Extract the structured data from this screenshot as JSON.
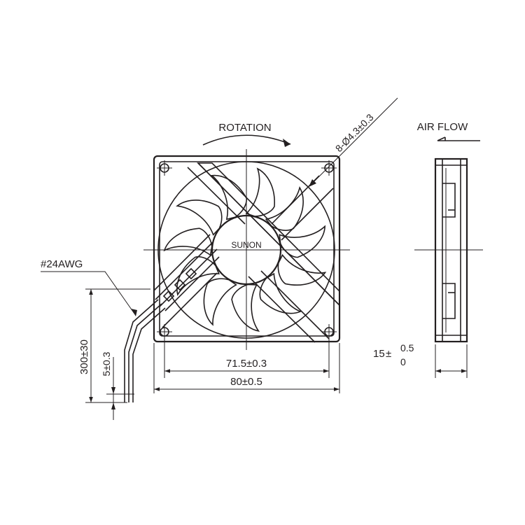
{
  "labels": {
    "rotation": "ROTATION",
    "air_flow": "AIR FLOW",
    "hole_spec": "8-Ø4.3±0.3",
    "hub_brand": "SUNON",
    "wire_gauge": "#24AWG",
    "hole_spacing": "71.5±0.3",
    "frame_width": "80±0.5",
    "lead_length": "300±30",
    "strip_length": "5±0.3",
    "thickness_nominal": "15",
    "thickness_pm": "±",
    "thickness_upper": "0.5",
    "thickness_lower": "0"
  },
  "colors": {
    "line": "#231f20",
    "background": "#ffffff"
  }
}
